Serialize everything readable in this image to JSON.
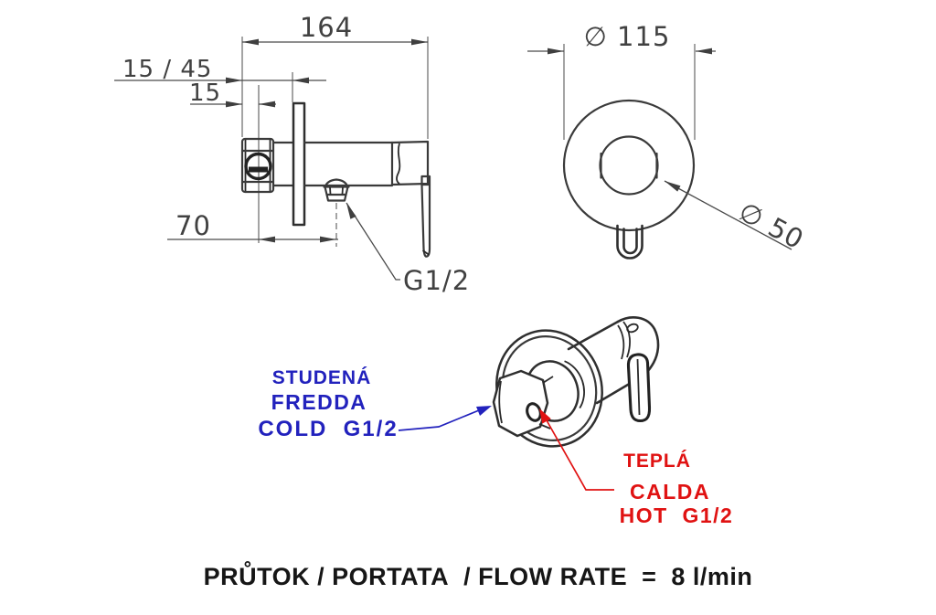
{
  "colors": {
    "line": "#3a3a3a",
    "dim_text": "#414141",
    "cold": "#2222bd",
    "hot": "#e01212",
    "footer_text": "#161616"
  },
  "side_view": {
    "length": "164",
    "depth_range": "15 / 45",
    "plate_offset": "15",
    "outlet_offset": "70",
    "outlet_thread": "G1/2"
  },
  "front_view": {
    "plate_diameter": "∅ 115",
    "knob_diameter": "∅ 50"
  },
  "connection_labels": {
    "cold": {
      "line1": "STUDENÁ",
      "line2": "FREDDA",
      "line3": "COLD  G1/2"
    },
    "hot": {
      "line1": "TEPLÁ",
      "line2": "CALDA",
      "line3": "HOT  G1/2"
    }
  },
  "footer": {
    "flow_rate": "PRŮTOK / PORTATA  / FLOW RATE  =  8 l/min"
  }
}
